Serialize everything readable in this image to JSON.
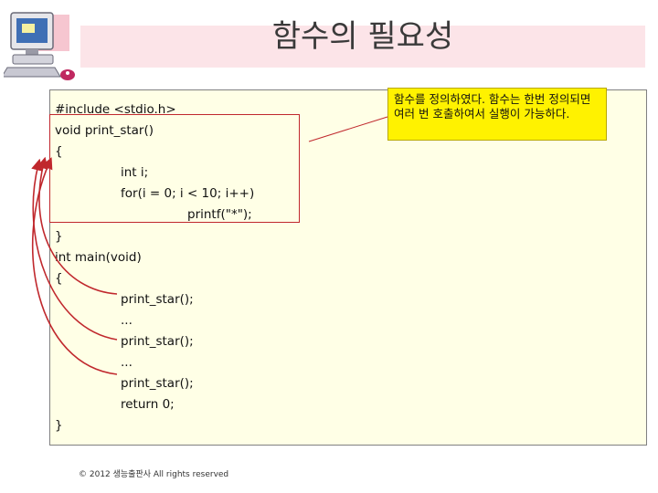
{
  "slide": {
    "title": "함수의 필요성",
    "callout_text": "함수를 정의하였다. 함수는 한번 정의되면 여러 번 호출하여서 실행이 가능하다.",
    "footer": "© 2012 생능출판사  All rights reserved"
  },
  "code": {
    "lines": [
      "#include <stdio.h>",
      "void print_star()",
      "{",
      "int i;",
      "for(i = 0; i < 10; i++)",
      "printf(\"*\");",
      "}",
      "int main(void)",
      "{",
      "print_star();",
      "...",
      "print_star();",
      "...",
      "print_star();",
      "return 0;",
      "}"
    ]
  },
  "colors": {
    "title_band": "#fce4e8",
    "code_background": "#ffffe6",
    "highlight_border": "#c0282d",
    "callout_background": "#fff200",
    "arrow_color": "#c0282d"
  },
  "icons": {
    "header": "computer-icon"
  }
}
